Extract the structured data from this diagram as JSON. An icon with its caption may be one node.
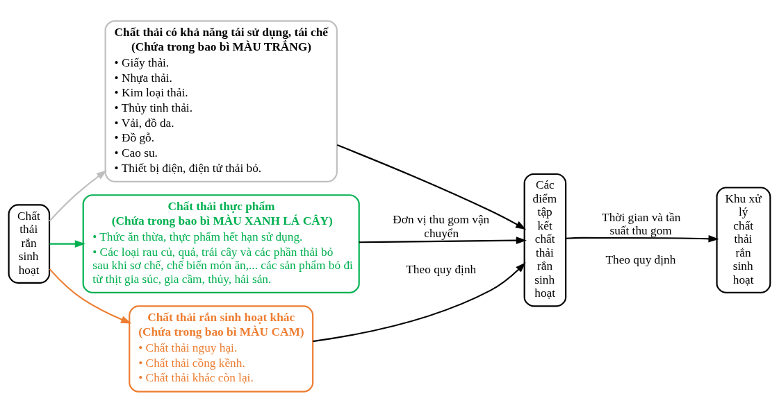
{
  "diagram": {
    "nodes": [
      {
        "text": [
          "Chất thải rắn sinh hoạt"
        ]
      },
      {
        "text": [
          "Chất thải có khả năng tái sử dụng, tái chế",
          "(Chứa trong bao bì MÀU TRẮNG)",
          "• Giấy thải.",
          "• Nhựa thải.",
          "• Kim loại thải.",
          "• Thủy tinh thải.",
          "• Vải, đồ da.",
          "• Đồ gỗ.",
          "• Cao su.",
          "• Thiết bị điện, điện tử thải bỏ."
        ]
      },
      {
        "text": [
          "Chất thải thực phẩm",
          "(Chứa trong bao bì MÀU XANH LÁ CÂY)",
          "• Thức ăn thừa, thực phẩm hết hạn sử dụng.",
          "• Các loại rau củ, quả, trái cây và các phần thải bỏ sau khi sơ chế, chế biến món ăn,... các sản phẩm bỏ đi từ thịt gia súc, gia cầm, thủy, hải sản."
        ]
      },
      {
        "text": [
          "Chất thải rắn sinh hoạt khác",
          "(Chứa trong bao bì MÀU CAM)",
          "• Chất thải nguy hại.",
          "• Chất thải cồng kềnh.",
          "• Chất thải khác còn lại."
        ]
      },
      {
        "text": [
          "Các điểm tập kết chất thải rắn sinh hoạt"
        ]
      },
      {
        "text": [
          "Khu xử lý chất thải rắn sinh hoạt"
        ]
      }
    ],
    "edges": [
      {
        "from": 0,
        "to": 1,
        "arrow": "to",
        "color": "#bfbfbf"
      },
      {
        "from": 0,
        "to": 2,
        "arrow": "to",
        "color": "#00b050"
      },
      {
        "from": 0,
        "to": 3,
        "arrow": "to",
        "color": "#ed7d31"
      },
      {
        "from": 1,
        "to": 4,
        "arrow": "to"
      },
      {
        "from": 2,
        "to": 4,
        "arrow": "to",
        "label": "Đơn vị thu gom vận chuyển"
      },
      {
        "from": 3,
        "to": 4,
        "arrow": "to"
      },
      {
        "from": 4,
        "to": 5,
        "arrow": "to",
        "label": "Thời gian và tần suất thu gom"
      }
    ],
    "labels": [
      "Theo quy định",
      "Theo quy định"
    ]
  }
}
